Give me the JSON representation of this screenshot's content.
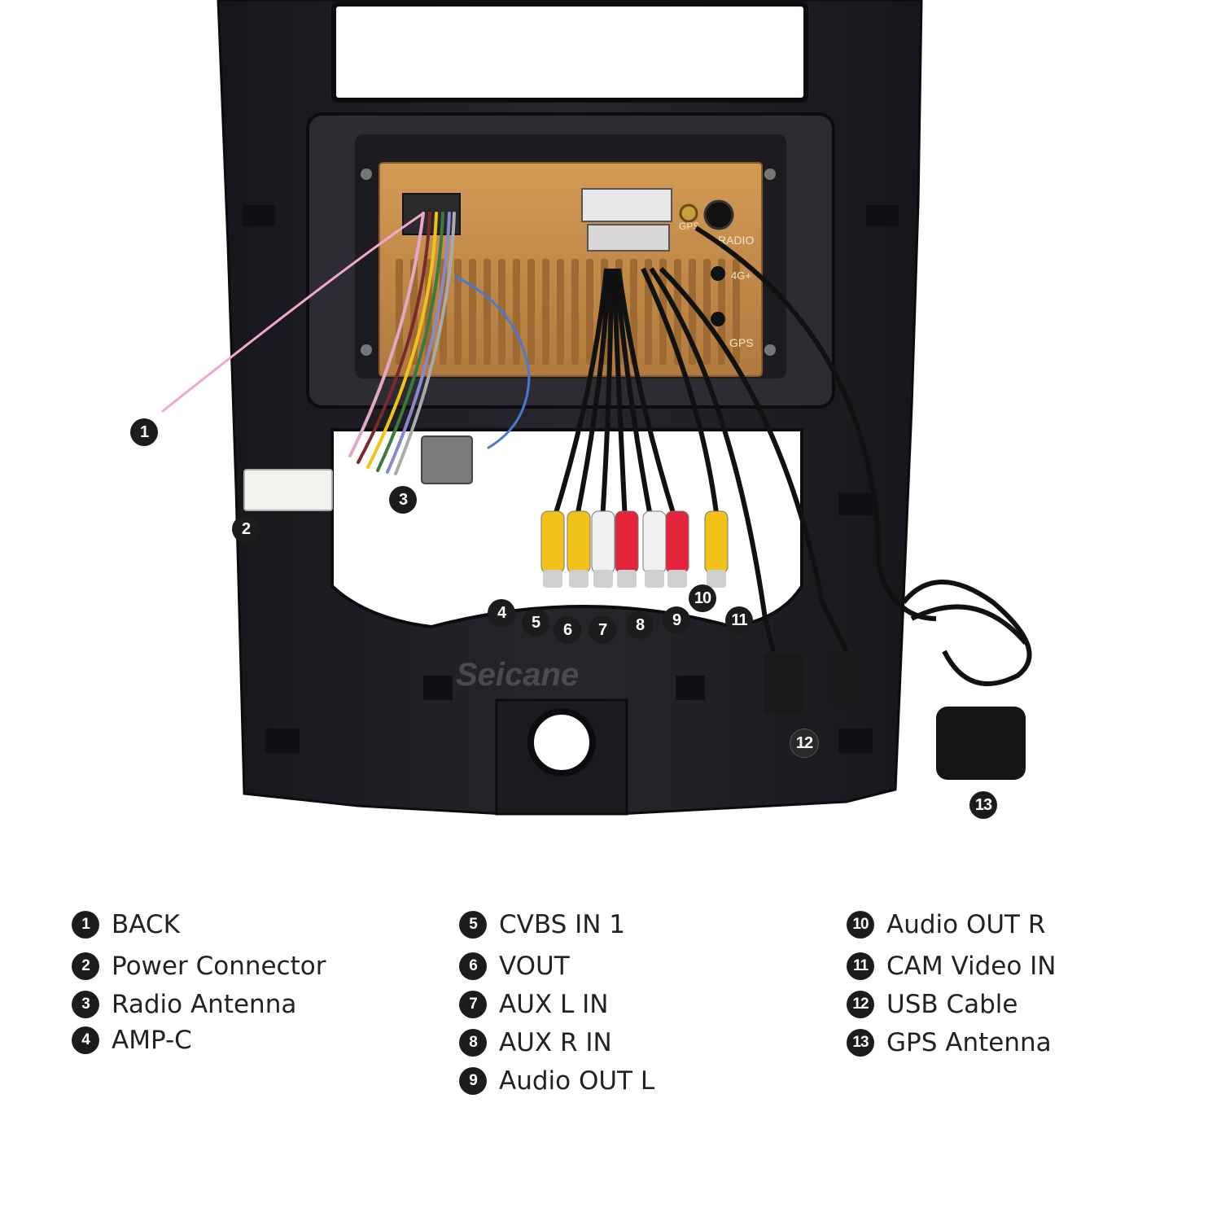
{
  "image": {
    "watermark": "Seicane",
    "unit_labels": {
      "gps": "GPS",
      "radio": "RADIO",
      "fourg": "4G+",
      "gps_port": "GPS"
    },
    "markers": [
      "1",
      "2",
      "3",
      "4",
      "5",
      "6",
      "7",
      "8",
      "9",
      "10",
      "11",
      "12",
      "13"
    ]
  },
  "legend": {
    "columns": [
      {
        "items": [
          {
            "num": "1",
            "label": "BACK"
          },
          {
            "num": "2",
            "label": "Power Connector"
          },
          {
            "num": "3",
            "label": "Radio Antenna"
          },
          {
            "num": "4",
            "label": "AMP-C"
          }
        ]
      },
      {
        "items": [
          {
            "num": "5",
            "label": "CVBS IN 1"
          },
          {
            "num": "6",
            "label": "VOUT"
          },
          {
            "num": "7",
            "label": "AUX L IN"
          },
          {
            "num": "8",
            "label": "AUX R IN"
          },
          {
            "num": "9",
            "label": "Audio OUT L"
          }
        ]
      },
      {
        "items": [
          {
            "num": "10",
            "label": "Audio OUT R"
          },
          {
            "num": "11",
            "label": "CAM Video IN"
          },
          {
            "num": "12",
            "label": "USB Cable"
          },
          {
            "num": "13",
            "label": "GPS Antenna"
          }
        ]
      }
    ]
  },
  "colors": {
    "panel": "#1d1d22",
    "unit_gold": "#c08a4a",
    "rca_yellow": "#f2c21a",
    "rca_red": "#e3243a",
    "rca_white": "#f1f1f1"
  }
}
